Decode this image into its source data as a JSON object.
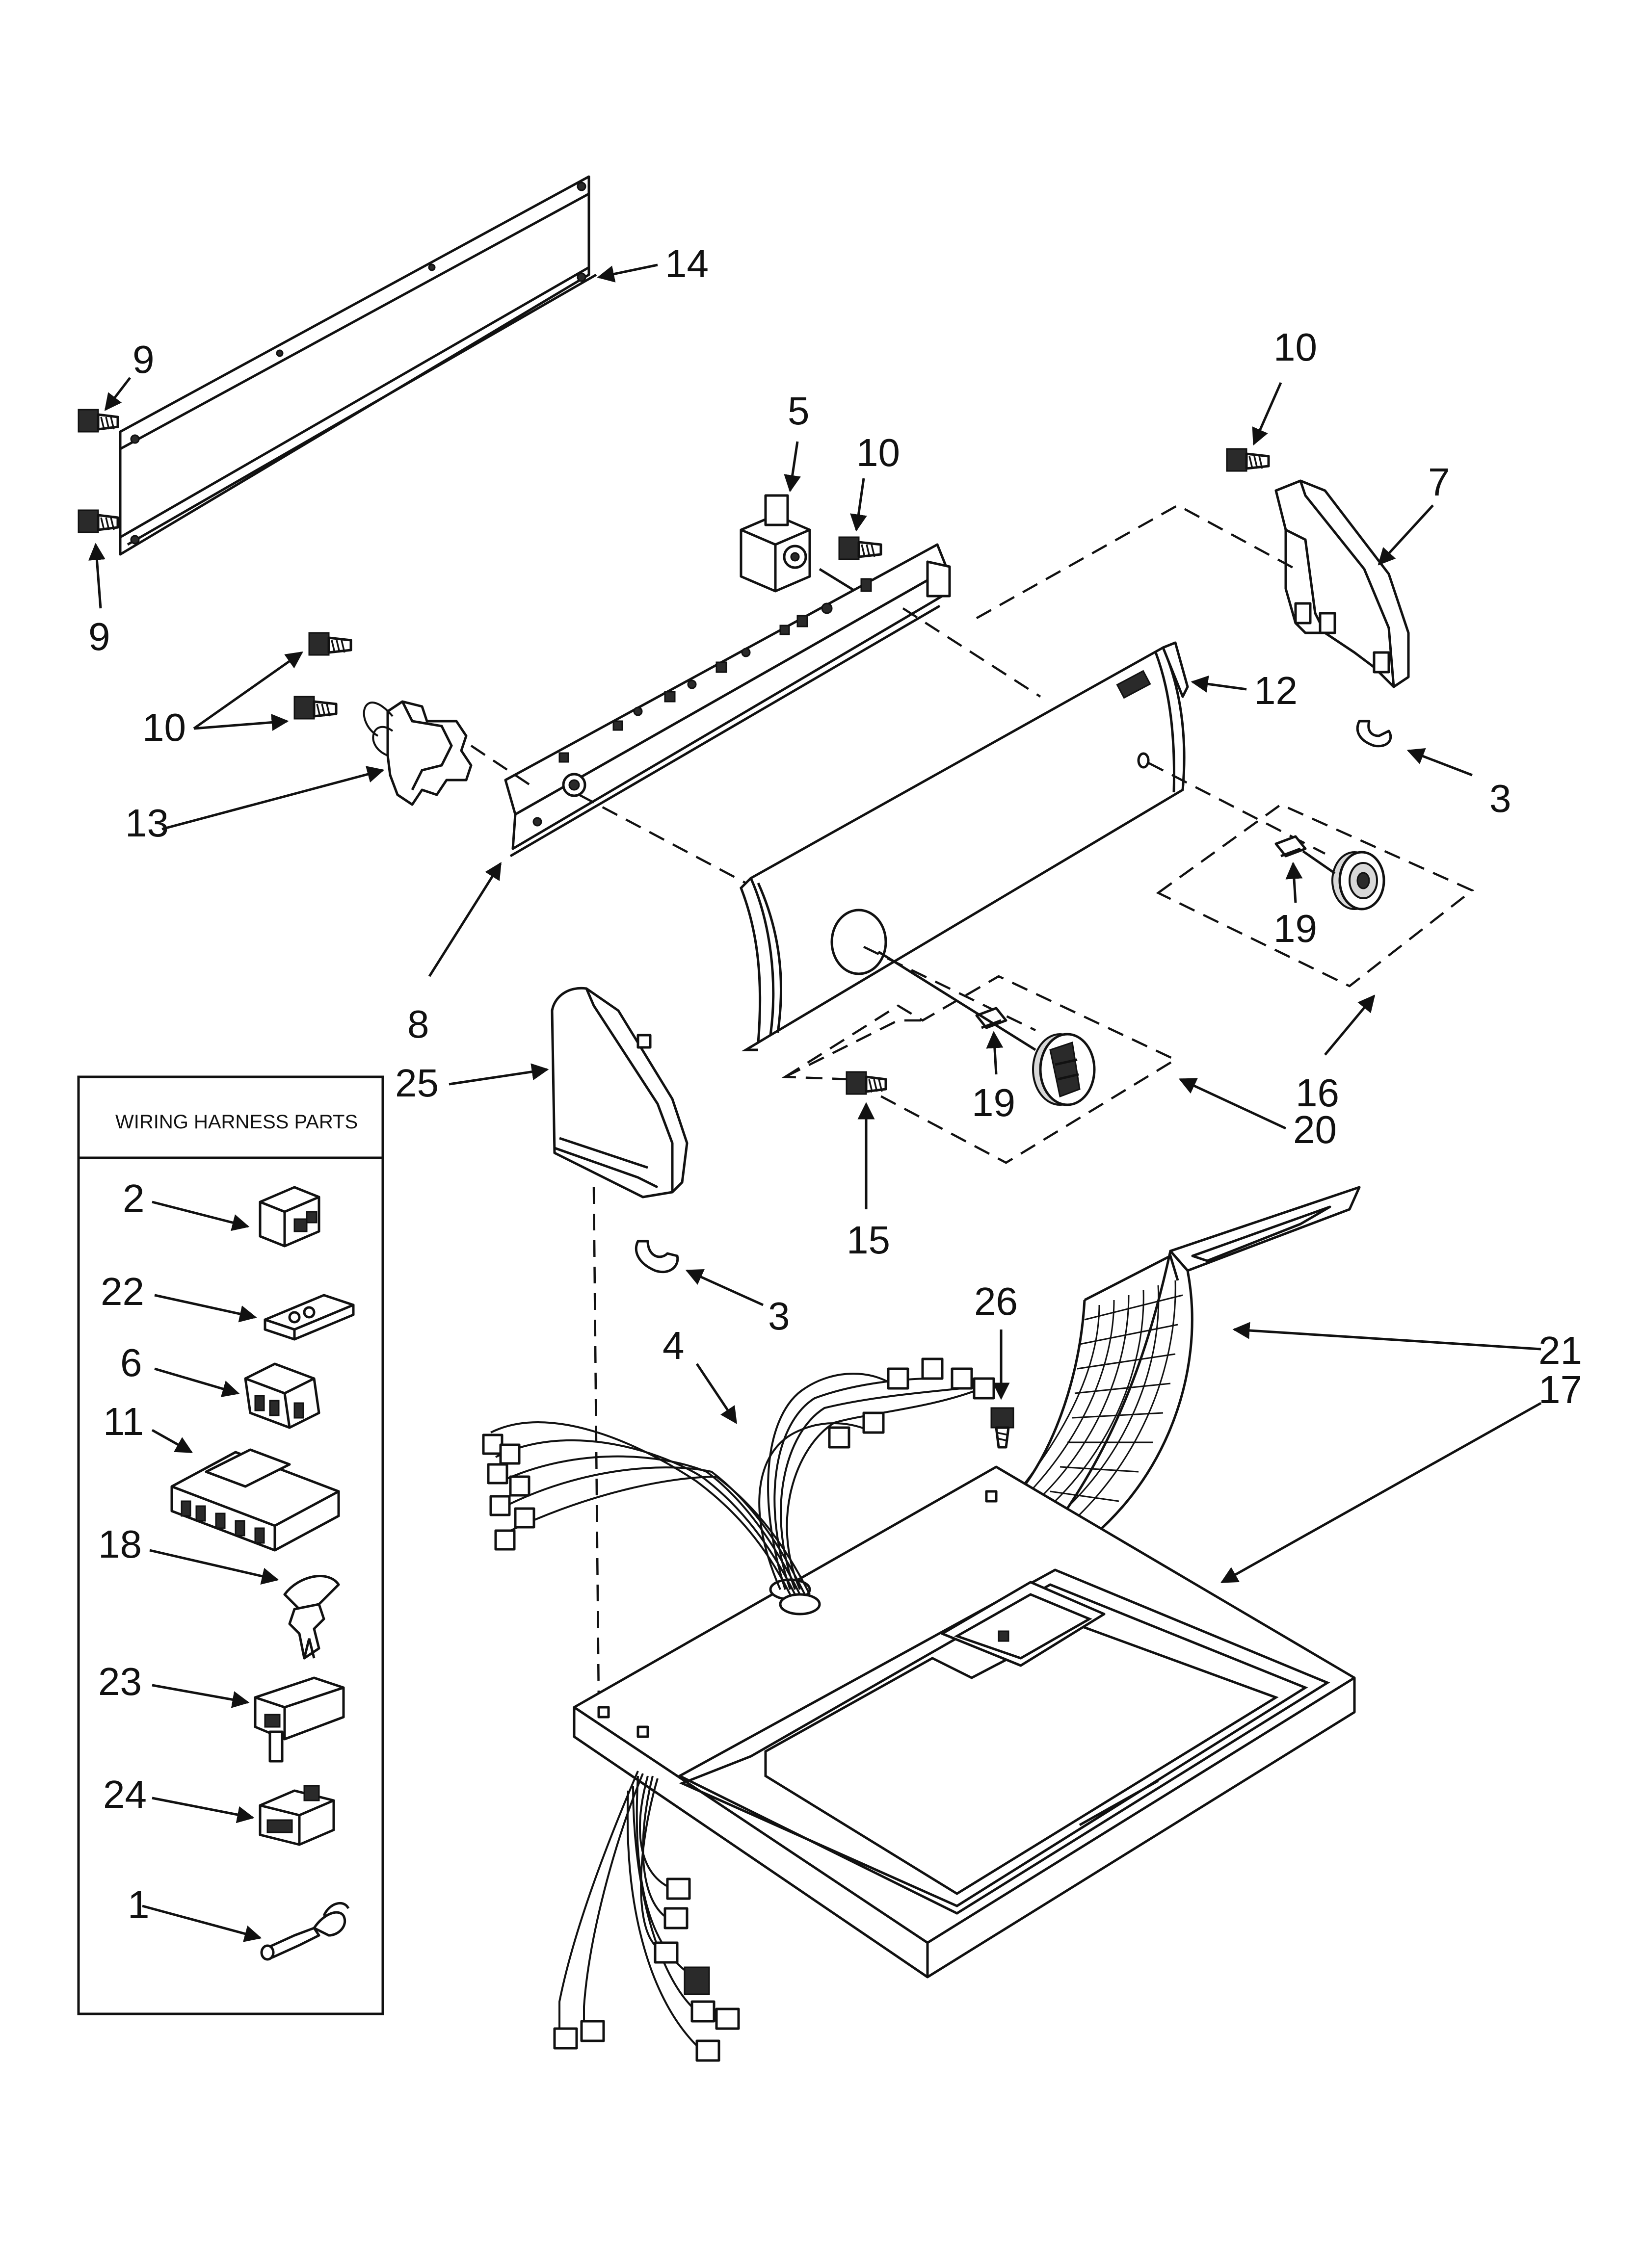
{
  "panel": {
    "title": "WIRING HARNESS PARTS"
  },
  "callouts": {
    "c14": "14",
    "c9a": "9",
    "c9b": "9",
    "c10a": "10",
    "c10b": "10",
    "c10c": "10",
    "c5": "5",
    "c7": "7",
    "c12": "12",
    "c13": "13",
    "c3a": "3",
    "c3b": "3",
    "c8": "8",
    "c19a": "19",
    "c19b": "19",
    "c16": "16",
    "c25": "25",
    "c20": "20",
    "c15": "15",
    "c26": "26",
    "c21": "21",
    "c17": "17",
    "c4": "4",
    "p2": "2",
    "p22": "22",
    "p6": "6",
    "p11": "11",
    "p18": "18",
    "p23": "23",
    "p24": "24",
    "p1": "1"
  }
}
